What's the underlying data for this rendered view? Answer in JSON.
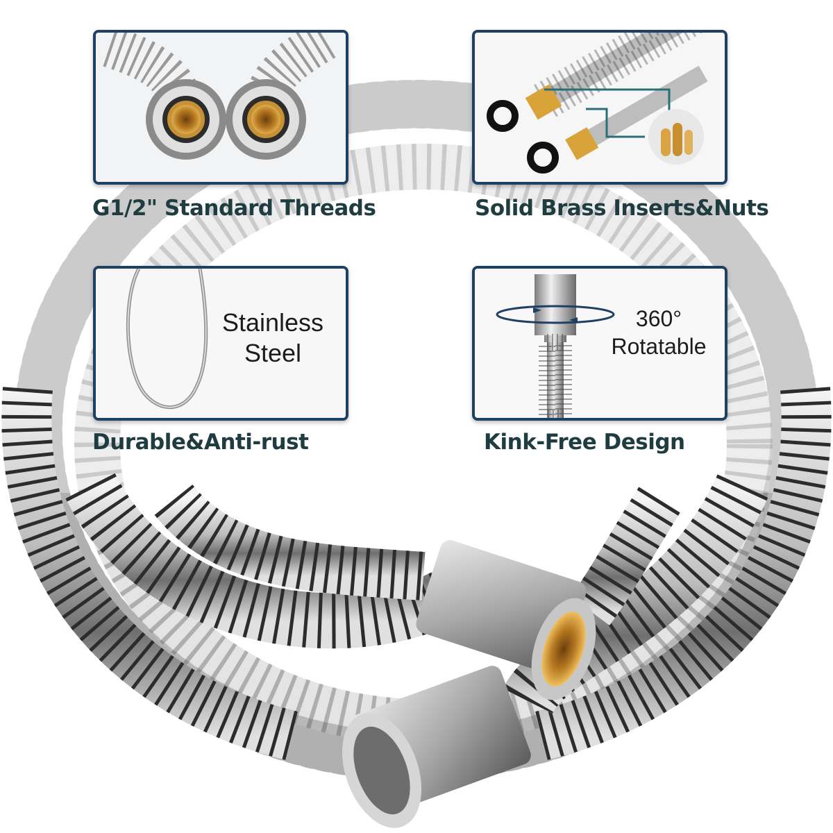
{
  "colors": {
    "panel_border": "#1f3f63",
    "caption_text": "#1f3d40",
    "brass": "#d9a441",
    "steel_light": "#f2f2f2",
    "steel_dark": "#3a3a3a",
    "callout_line": "#2a6f78"
  },
  "features": [
    {
      "caption": "G1/2\" Standard Threads",
      "icon": "threaded-nut-pair-icon"
    },
    {
      "caption": "Solid Brass Inserts&Nuts",
      "icon": "brass-insert-icon"
    },
    {
      "caption": "Durable&Anti-rust",
      "icon": "hose-loop-icon",
      "panel_text": [
        "Stainless",
        "Steel"
      ]
    },
    {
      "caption": "Kink-Free Design",
      "icon": "rotate-360-icon",
      "panel_text": [
        "360°",
        "Rotatable"
      ]
    }
  ]
}
